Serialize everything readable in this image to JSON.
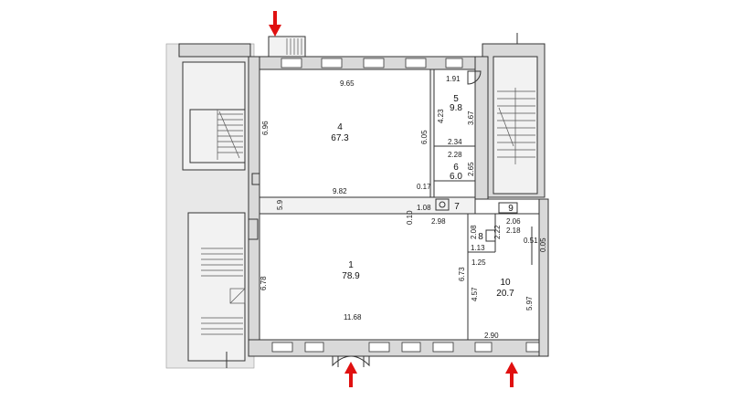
{
  "colors": {
    "arrow": "#e01010",
    "wall_line": "#333333"
  },
  "rooms": [
    {
      "id": "room-4",
      "number": "4",
      "area": "67.3"
    },
    {
      "id": "room-5",
      "number": "5",
      "area": "9.8"
    },
    {
      "id": "room-6",
      "number": "6",
      "area": "6.0"
    },
    {
      "id": "room-1",
      "number": "1",
      "area": "78.9"
    },
    {
      "id": "room-8",
      "number": "8",
      "area": ""
    },
    {
      "id": "room-9",
      "number": "9",
      "area": ""
    },
    {
      "id": "room-10",
      "number": "10",
      "area": "20.7"
    },
    {
      "id": "room-7",
      "number": "7",
      "area": ""
    }
  ],
  "dimensions": [
    "9.65",
    "6.96",
    "6.05",
    "9.82",
    "0.17",
    "1.91",
    "4.23",
    "3.67",
    "2.34",
    "2.28",
    "2.65",
    "1.08",
    "2.98",
    "0.10",
    "5.9",
    "2.06",
    "2.18",
    "2.08",
    "2.22",
    "1.13",
    "1.25",
    "0.51",
    "0.05",
    "6.78",
    "6.73",
    "4.57",
    "5.97",
    "11.68",
    "2.90"
  ],
  "entrances": [
    "entrance-arrow-top",
    "entrance-arrow-bottom-center",
    "entrance-arrow-bottom-right"
  ]
}
